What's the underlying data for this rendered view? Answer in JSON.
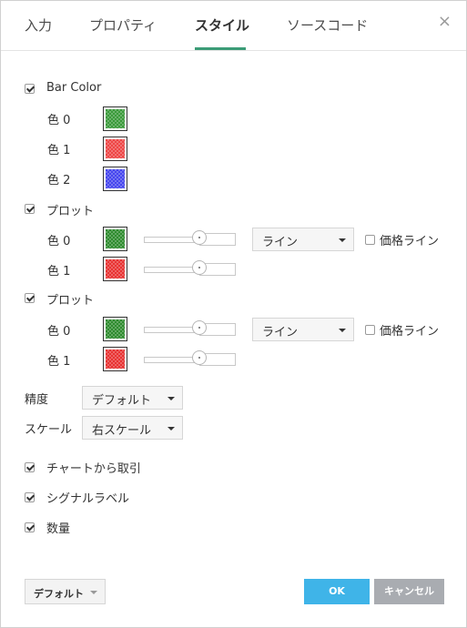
{
  "tabs": [
    {
      "label": "入力"
    },
    {
      "label": "プロパティ"
    },
    {
      "label": "スタイル"
    },
    {
      "label": "ソースコード"
    }
  ],
  "close_icon": "×",
  "bar_color": {
    "label": "Bar Color",
    "checked": true,
    "colors": [
      {
        "label": "色 0",
        "color": "#3a9a3a"
      },
      {
        "label": "色 1",
        "color": "#ee4545"
      },
      {
        "label": "色 2",
        "color": "#4545ee"
      }
    ]
  },
  "plots": [
    {
      "label": "プロット",
      "checked": true,
      "rows": [
        {
          "label": "色 0",
          "color": "#2e8b2e",
          "slider_value": 0.6,
          "select": "ライン",
          "price_line_label": "価格ライン",
          "price_line_checked": false
        },
        {
          "label": "色 1",
          "color": "#e83232",
          "slider_value": 0.6
        }
      ]
    },
    {
      "label": "プロット",
      "checked": true,
      "rows": [
        {
          "label": "色 0",
          "color": "#2e8b2e",
          "slider_value": 0.6,
          "select": "ライン",
          "price_line_label": "価格ライン",
          "price_line_checked": false
        },
        {
          "label": "色 1",
          "color": "#e83232",
          "slider_value": 0.6
        }
      ]
    }
  ],
  "precision": {
    "label": "精度",
    "value": "デフォルト"
  },
  "scale": {
    "label": "スケール",
    "value": "右スケール"
  },
  "options": [
    {
      "label": "チャートから取引",
      "checked": true
    },
    {
      "label": "シグナルラベル",
      "checked": true
    },
    {
      "label": "数量",
      "checked": true
    }
  ],
  "footer": {
    "defaults_label": "デフォルト",
    "ok_label": "OK",
    "cancel_label": "キャンセル"
  },
  "accent_color": "#3b9c77"
}
